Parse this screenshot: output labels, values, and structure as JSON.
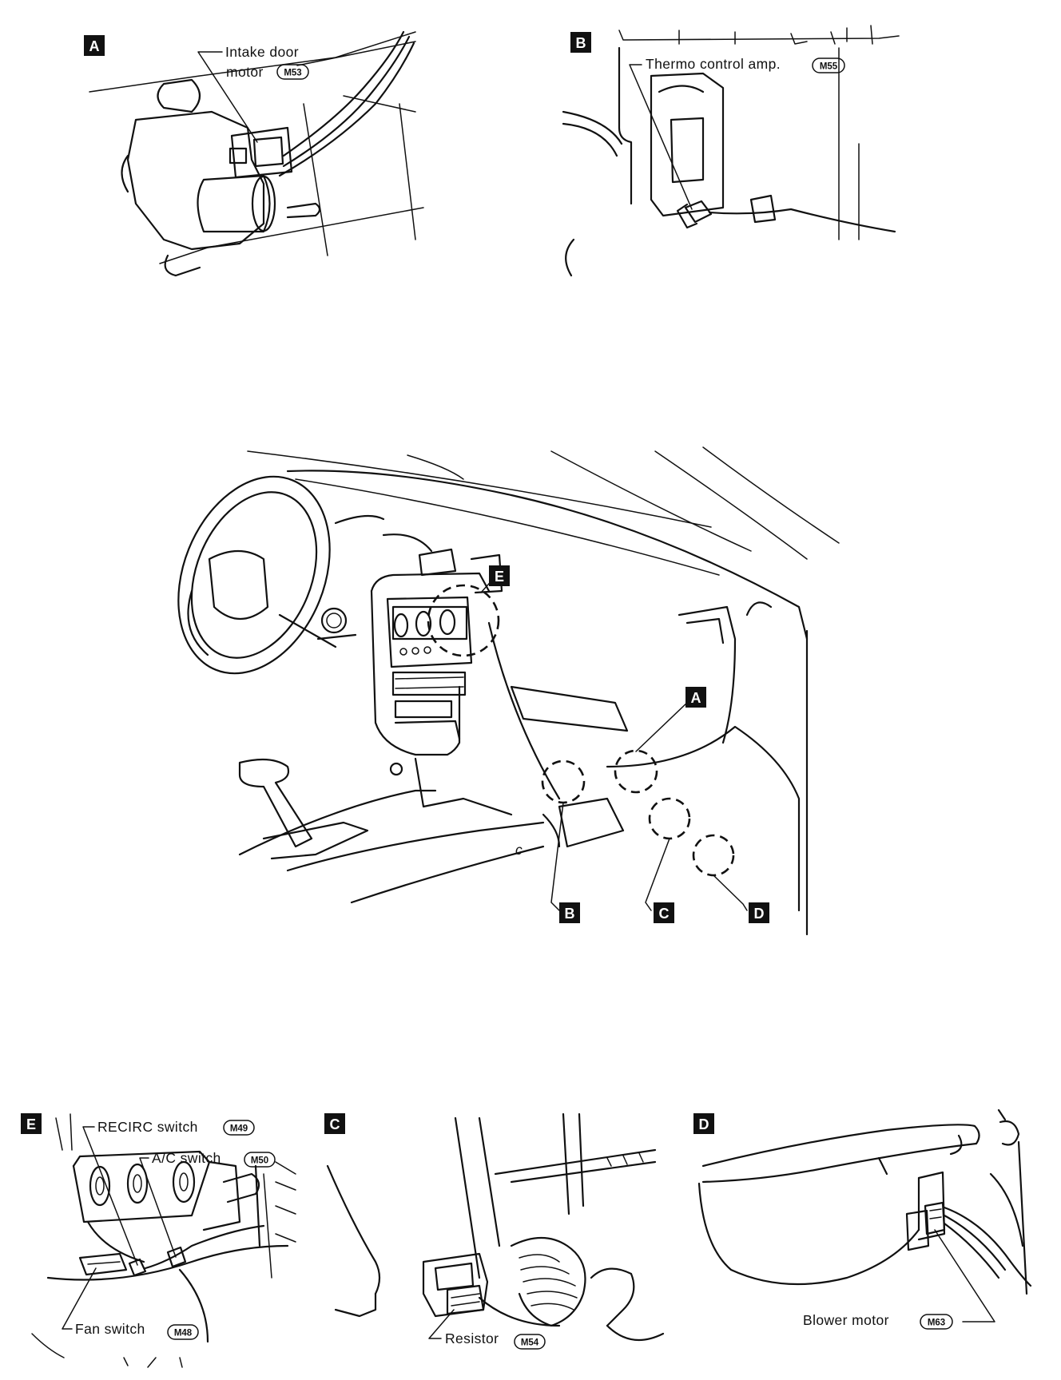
{
  "markers": {
    "panel_a": "A",
    "panel_b": "B",
    "panel_e": "E",
    "panel_c": "C",
    "panel_d": "D",
    "loc_e": "E",
    "loc_a": "A",
    "loc_b": "B",
    "loc_c": "C",
    "loc_d": "D"
  },
  "labels": {
    "intake_line1": "Intake door",
    "intake_line2": "motor",
    "intake_code": "M53",
    "thermo": "Thermo control amp.",
    "thermo_code": "M55",
    "recirc": "RECIRC switch",
    "recirc_code": "M49",
    "ac": "A/C switch",
    "ac_code": "M50",
    "fan": "Fan switch",
    "fan_code": "M48",
    "resistor": "Resistor",
    "resistor_code": "M54",
    "blower": "Blower motor",
    "blower_code": "M63"
  },
  "colors": {
    "ink": "#111111",
    "paper": "#ffffff"
  }
}
